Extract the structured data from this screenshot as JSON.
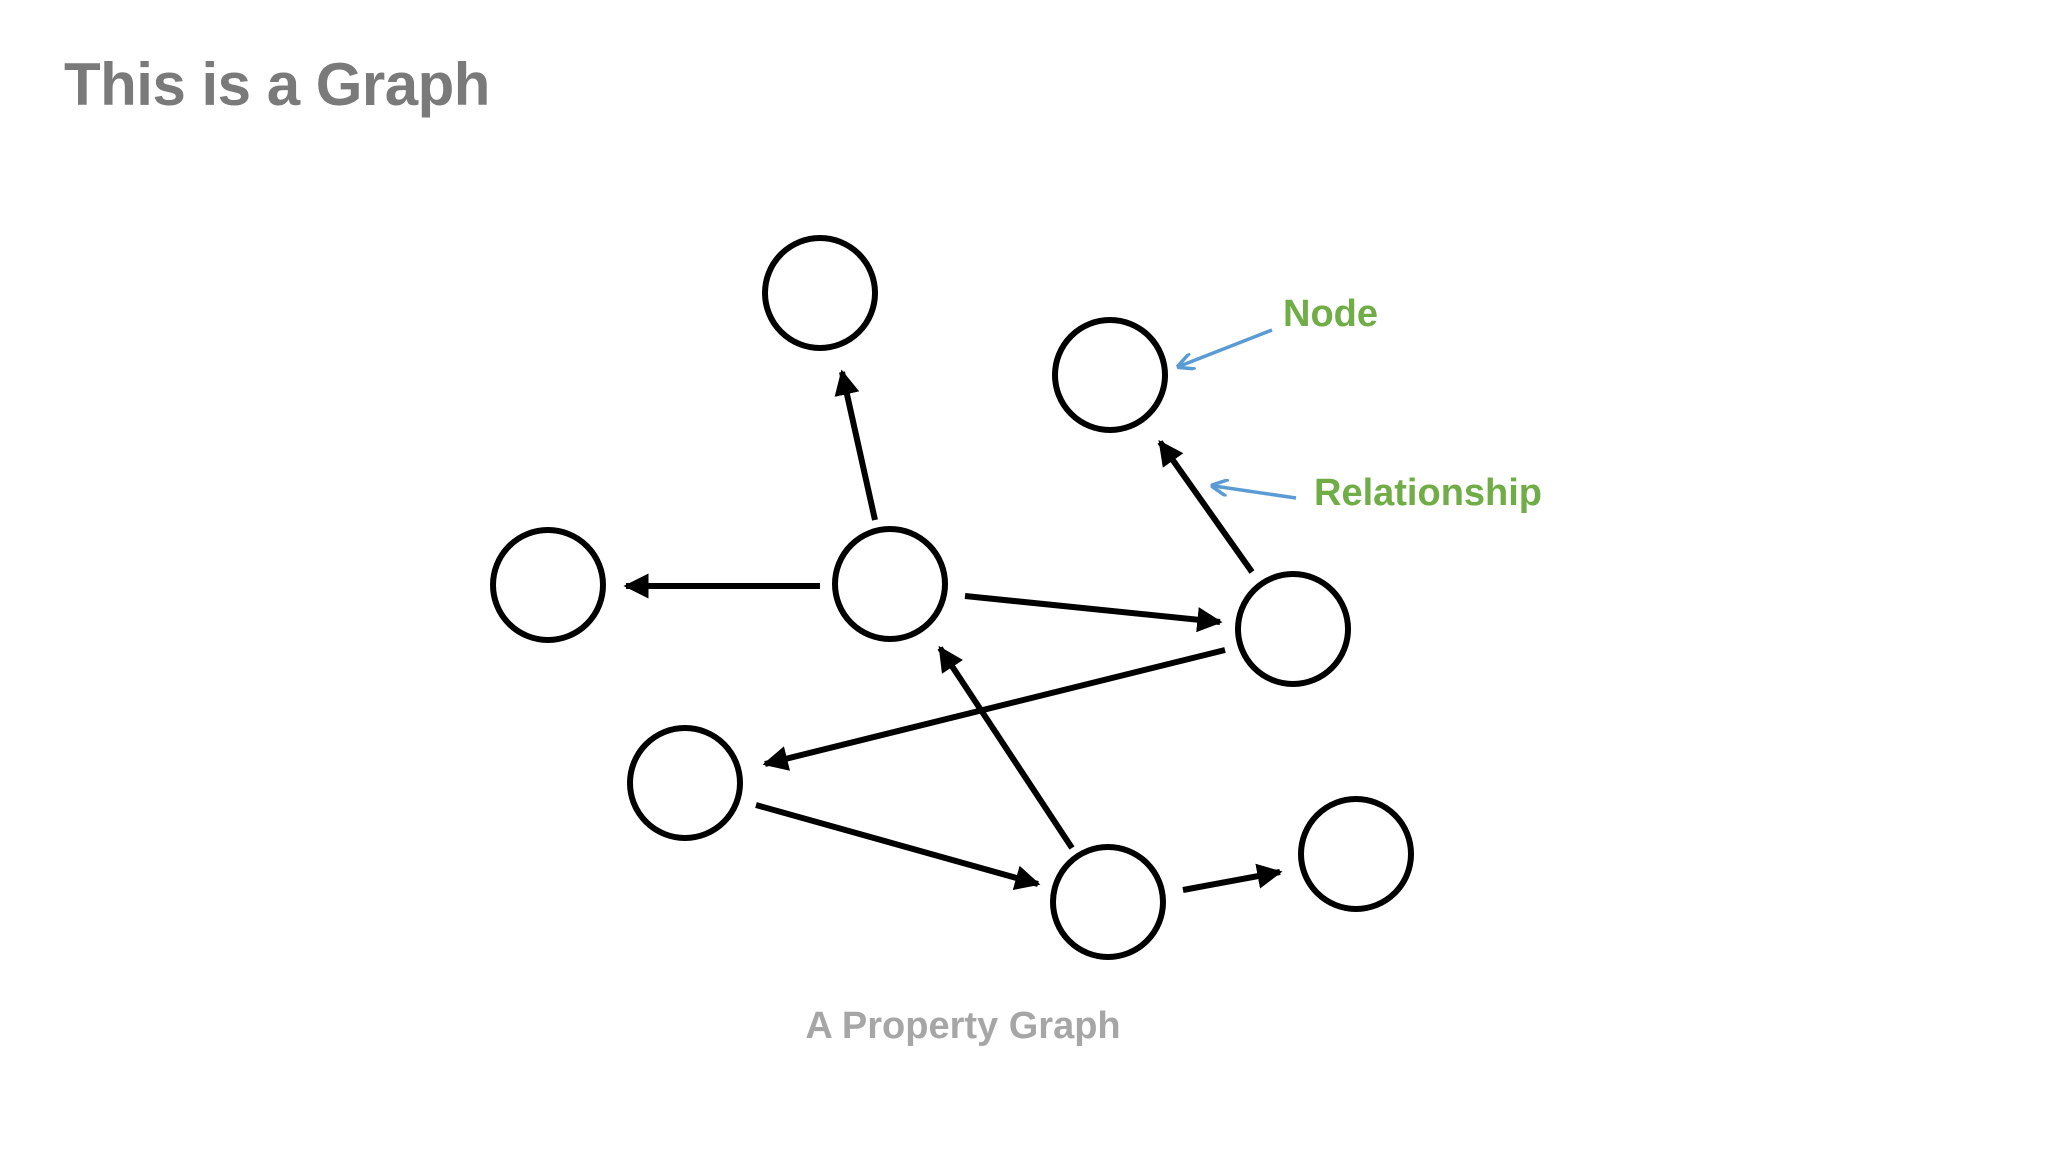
{
  "slide": {
    "title": "This is a Graph",
    "caption": "A Property Graph"
  },
  "annotations": {
    "node_label": "Node",
    "relationship_label": "Relationship"
  },
  "colors": {
    "title": "#7a7a7a",
    "caption": "#a6a6a6",
    "annotation_text": "#70ad47",
    "annotation_arrow": "#5b9bd5",
    "graph_stroke": "#000000"
  },
  "graph": {
    "nodes": [
      "n-top",
      "n-upper-right",
      "n-left",
      "n-center",
      "n-right",
      "n-lower-left",
      "n-bottom",
      "n-bottom-right"
    ],
    "edges": [
      {
        "from": "n-center",
        "to": "n-top"
      },
      {
        "from": "n-center",
        "to": "n-left"
      },
      {
        "from": "n-center",
        "to": "n-right"
      },
      {
        "from": "n-right",
        "to": "n-upper-right"
      },
      {
        "from": "n-right",
        "to": "n-lower-left"
      },
      {
        "from": "n-bottom",
        "to": "n-center"
      },
      {
        "from": "n-lower-left",
        "to": "n-bottom"
      },
      {
        "from": "n-bottom",
        "to": "n-bottom-right"
      }
    ]
  }
}
